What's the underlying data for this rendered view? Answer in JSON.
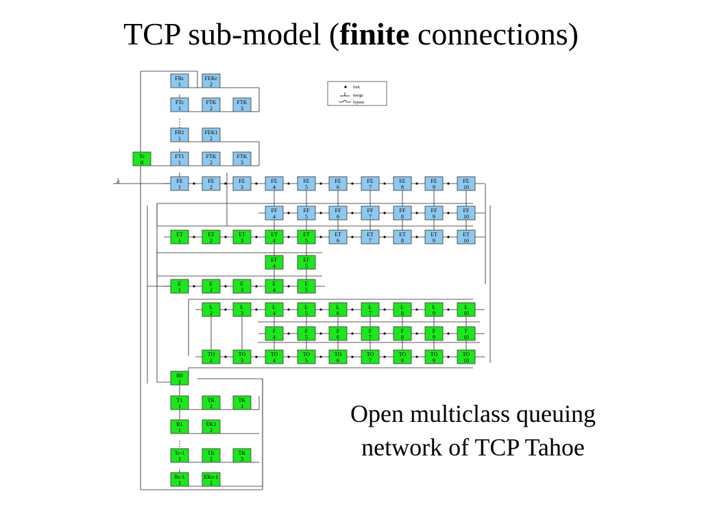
{
  "slide": {
    "title_prefix": "TCP sub-model (",
    "title_bold": "finite",
    "title_suffix": " connections)",
    "caption_line1": "Open multiclass queuing",
    "caption_line2": "network of TCP Tahoe"
  },
  "colors": {
    "blue_node": "#8ec8ee",
    "green_node": "#1ee61e",
    "line": "#222222"
  },
  "legend": {
    "fork": "fork",
    "merge": "merge",
    "bypass": "bypass"
  },
  "input_label": "λ",
  "nodes": [
    {
      "id": "FRc1",
      "t": "FRc",
      "b": "1",
      "c": "blue"
    },
    {
      "id": "FEKc2",
      "t": "FEKc",
      "b": "2",
      "c": "blue"
    },
    {
      "id": "FTc1",
      "t": "FTc",
      "b": "1",
      "c": "blue"
    },
    {
      "id": "FTKc2",
      "t": "FTK",
      "b": "2",
      "c": "blue"
    },
    {
      "id": "FTKc3",
      "t": "FTK",
      "b": "3",
      "c": "blue"
    },
    {
      "id": "FR11",
      "t": "FR1",
      "b": "1",
      "c": "blue"
    },
    {
      "id": "FEK12",
      "t": "FEK1",
      "b": "2",
      "c": "blue"
    },
    {
      "id": "FT11",
      "t": "FT1",
      "b": "1",
      "c": "blue"
    },
    {
      "id": "FTK12",
      "t": "FTK",
      "b": "2",
      "c": "blue"
    },
    {
      "id": "FTK13",
      "t": "FTK",
      "b": "3",
      "c": "blue"
    },
    {
      "id": "TC0",
      "t": "Tc",
      "b": "0",
      "c": "green"
    },
    {
      "id": "FE1",
      "t": "FE",
      "b": "1",
      "c": "blue"
    },
    {
      "id": "FE2",
      "t": "FE",
      "b": "2",
      "c": "blue"
    },
    {
      "id": "FE3",
      "t": "FE",
      "b": "3",
      "c": "blue"
    },
    {
      "id": "FE4",
      "t": "FE",
      "b": "4",
      "c": "blue"
    },
    {
      "id": "FE5",
      "t": "FE",
      "b": "5",
      "c": "blue"
    },
    {
      "id": "FE6",
      "t": "FE",
      "b": "6",
      "c": "blue"
    },
    {
      "id": "FE7",
      "t": "FE",
      "b": "7",
      "c": "blue"
    },
    {
      "id": "FE8",
      "t": "FE",
      "b": "8",
      "c": "blue"
    },
    {
      "id": "FE9",
      "t": "FE",
      "b": "9",
      "c": "blue"
    },
    {
      "id": "FE10",
      "t": "FE",
      "b": "10",
      "c": "blue"
    },
    {
      "id": "FF4",
      "t": "FF",
      "b": "4",
      "c": "blue"
    },
    {
      "id": "FF5",
      "t": "FF",
      "b": "5",
      "c": "blue"
    },
    {
      "id": "FF6",
      "t": "FF",
      "b": "6",
      "c": "blue"
    },
    {
      "id": "FF7",
      "t": "FF",
      "b": "7",
      "c": "blue"
    },
    {
      "id": "FF8",
      "t": "FF",
      "b": "8",
      "c": "blue"
    },
    {
      "id": "FF9",
      "t": "FF",
      "b": "9",
      "c": "blue"
    },
    {
      "id": "FF10",
      "t": "FF",
      "b": "10",
      "c": "blue"
    },
    {
      "id": "ET1",
      "t": "ET",
      "b": "1",
      "c": "green"
    },
    {
      "id": "ET2",
      "t": "ET",
      "b": "2",
      "c": "green"
    },
    {
      "id": "ET3",
      "t": "ET",
      "b": "3",
      "c": "green"
    },
    {
      "id": "ET4",
      "t": "ET",
      "b": "4",
      "c": "green"
    },
    {
      "id": "ET5",
      "t": "ET",
      "b": "5",
      "c": "green"
    },
    {
      "id": "ET6",
      "t": "ET",
      "b": "6",
      "c": "blue"
    },
    {
      "id": "ET7",
      "t": "ET",
      "b": "7",
      "c": "blue"
    },
    {
      "id": "ET8",
      "t": "ET",
      "b": "8",
      "c": "blue"
    },
    {
      "id": "ET9",
      "t": "ET",
      "b": "9",
      "c": "blue"
    },
    {
      "id": "ET10",
      "t": "ET",
      "b": "10",
      "c": "blue"
    },
    {
      "id": "EF4",
      "t": "EF",
      "b": "4",
      "c": "green"
    },
    {
      "id": "EF5",
      "t": "EF",
      "b": "5",
      "c": "green"
    },
    {
      "id": "E1",
      "t": "E",
      "b": "1",
      "c": "green"
    },
    {
      "id": "E2",
      "t": "E",
      "b": "2",
      "c": "green"
    },
    {
      "id": "E3",
      "t": "E",
      "b": "3",
      "c": "green"
    },
    {
      "id": "E4",
      "t": "E",
      "b": "4",
      "c": "green"
    },
    {
      "id": "E5",
      "t": "E",
      "b": "5",
      "c": "green"
    },
    {
      "id": "L2",
      "t": "L",
      "b": "2",
      "c": "green"
    },
    {
      "id": "L3",
      "t": "L",
      "b": "3",
      "c": "green"
    },
    {
      "id": "L4",
      "t": "L",
      "b": "4",
      "c": "green"
    },
    {
      "id": "L5",
      "t": "L",
      "b": "5",
      "c": "green"
    },
    {
      "id": "L6",
      "t": "L",
      "b": "6",
      "c": "green"
    },
    {
      "id": "L7",
      "t": "L",
      "b": "7",
      "c": "green"
    },
    {
      "id": "L8",
      "t": "L",
      "b": "8",
      "c": "green"
    },
    {
      "id": "L9",
      "t": "L",
      "b": "9",
      "c": "green"
    },
    {
      "id": "L10",
      "t": "L",
      "b": "10",
      "c": "green"
    },
    {
      "id": "F4",
      "t": "F",
      "b": "4",
      "c": "green"
    },
    {
      "id": "F5",
      "t": "F",
      "b": "5",
      "c": "green"
    },
    {
      "id": "F6",
      "t": "F",
      "b": "6",
      "c": "green"
    },
    {
      "id": "F7",
      "t": "F",
      "b": "7",
      "c": "green"
    },
    {
      "id": "F8",
      "t": "F",
      "b": "8",
      "c": "green"
    },
    {
      "id": "F9",
      "t": "F",
      "b": "9",
      "c": "green"
    },
    {
      "id": "F10",
      "t": "F",
      "b": "10",
      "c": "green"
    },
    {
      "id": "TO2",
      "t": "TO",
      "b": "2",
      "c": "green"
    },
    {
      "id": "TO3",
      "t": "TO",
      "b": "3",
      "c": "green"
    },
    {
      "id": "TO4",
      "t": "TO",
      "b": "4",
      "c": "green"
    },
    {
      "id": "TO5",
      "t": "TO",
      "b": "5",
      "c": "green"
    },
    {
      "id": "TO6",
      "t": "TO",
      "b": "6",
      "c": "green"
    },
    {
      "id": "TO7",
      "t": "TO",
      "b": "7",
      "c": "green"
    },
    {
      "id": "TO8",
      "t": "TO",
      "b": "8",
      "c": "green"
    },
    {
      "id": "TO9",
      "t": "TO",
      "b": "9",
      "c": "green"
    },
    {
      "id": "TO10",
      "t": "TO",
      "b": "10",
      "c": "green"
    },
    {
      "id": "R01",
      "t": "R0",
      "b": "1",
      "c": "green"
    },
    {
      "id": "T11",
      "t": "T1",
      "b": "1",
      "c": "green"
    },
    {
      "id": "TK12",
      "t": "TK",
      "b": "2",
      "c": "green"
    },
    {
      "id": "TK13",
      "t": "TK",
      "b": "3",
      "c": "green"
    },
    {
      "id": "R11",
      "t": "R1",
      "b": "1",
      "c": "green"
    },
    {
      "id": "EK12",
      "t": "EK1",
      "b": "2",
      "c": "green"
    },
    {
      "id": "Tn1",
      "t": "Tc-1",
      "b": "1",
      "c": "green"
    },
    {
      "id": "TKn2",
      "t": "TK",
      "b": "2",
      "c": "green"
    },
    {
      "id": "TKn3",
      "t": "TK",
      "b": "3",
      "c": "green"
    },
    {
      "id": "Rn1",
      "t": "Rc-1",
      "b": "1",
      "c": "green"
    },
    {
      "id": "EKn2",
      "t": "EKc-1",
      "b": "2",
      "c": "green"
    }
  ]
}
